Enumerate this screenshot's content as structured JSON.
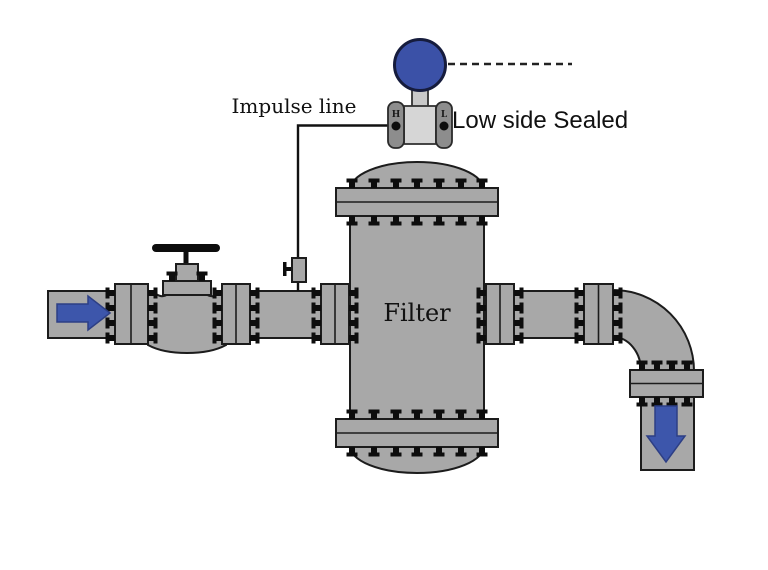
{
  "diagram": {
    "type": "piping-instrument-schematic",
    "title": "Filter with differential pressure transmitter, low side sealed",
    "labels": {
      "impulse_line": "Impulse line",
      "low_side_sealed": "Low side Sealed",
      "vessel": "Filter",
      "high_port": "H",
      "low_port": "L"
    },
    "flow": {
      "inlet": "horizontal, arrow pointing right",
      "outlet": "vertical, arrow pointing down"
    },
    "colors": {
      "pipe_metal": "#a8a8a8",
      "pipe_outline": "#1c1c1c",
      "gauge_blue": "#3b51a7",
      "gauge_outline": "#161c3d",
      "arrow_blue": "#3d56ab",
      "transmitter_body": "#d6d6d6",
      "transmitter_capsule": "#8d8d8d",
      "background": "#ffffff"
    },
    "components": [
      "inlet-pipe",
      "flange-joint",
      "gate-valve",
      "impulse-tap-valve",
      "filter-vessel",
      "dp-transmitter",
      "outlet-elbow",
      "outlet-pipe"
    ]
  }
}
